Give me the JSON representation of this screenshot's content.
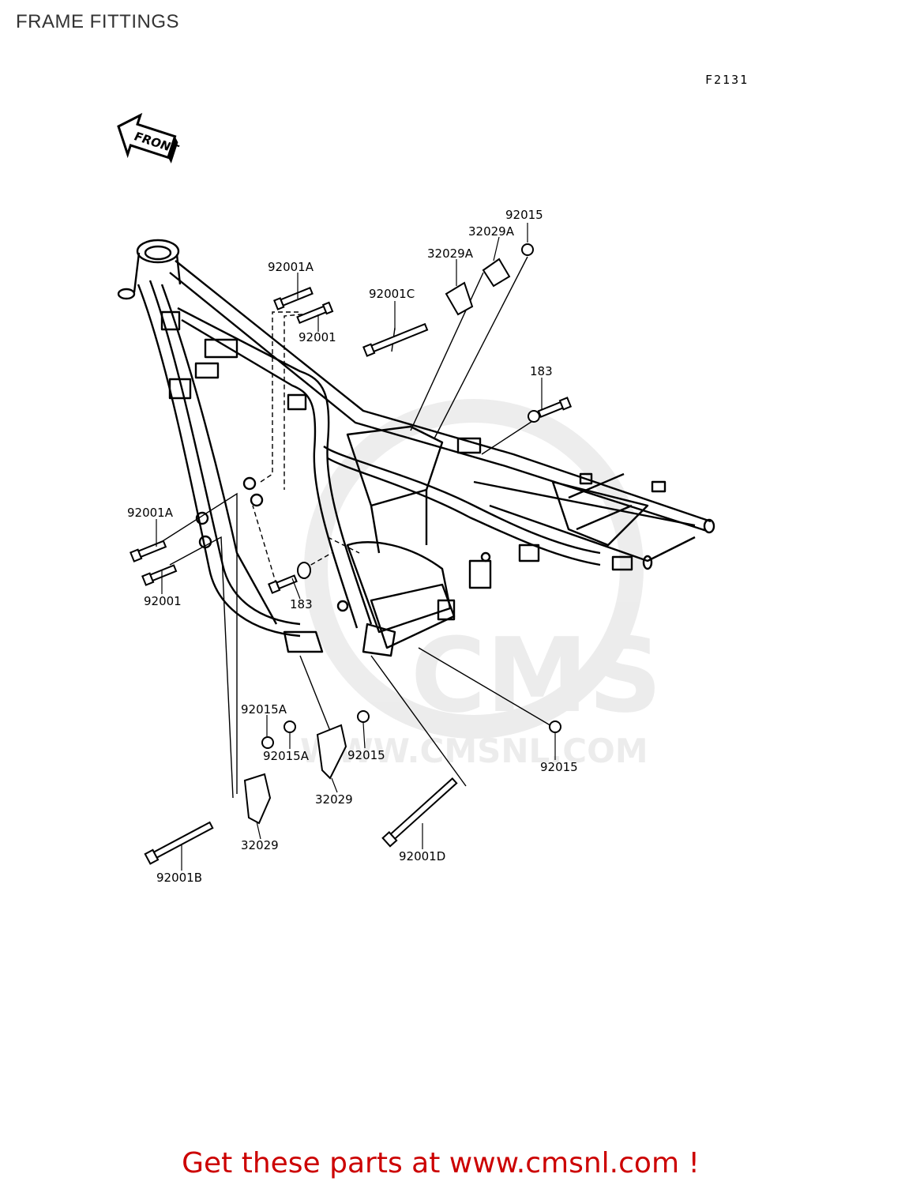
{
  "page": {
    "title": "FRAME FITTINGS",
    "figure_code": "F2131"
  },
  "front_arrow": {
    "text": "FRONT"
  },
  "watermark": {
    "brand": "CMS",
    "url": "WWW.CMSNL.COM"
  },
  "parts": [
    {
      "id": "p1",
      "label": "92015"
    },
    {
      "id": "p2",
      "label": "32029A"
    },
    {
      "id": "p3",
      "label": "32029A"
    },
    {
      "id": "p4",
      "label": "92001A"
    },
    {
      "id": "p5",
      "label": "92001C"
    },
    {
      "id": "p6",
      "label": "92001"
    },
    {
      "id": "p7",
      "label": "183"
    },
    {
      "id": "p8",
      "label": "92001A"
    },
    {
      "id": "p9",
      "label": "92001"
    },
    {
      "id": "p10",
      "label": "183"
    },
    {
      "id": "p11",
      "label": "92015A"
    },
    {
      "id": "p12",
      "label": "92015A"
    },
    {
      "id": "p13",
      "label": "92015"
    },
    {
      "id": "p14",
      "label": "92015"
    },
    {
      "id": "p15",
      "label": "32029"
    },
    {
      "id": "p16",
      "label": "32029"
    },
    {
      "id": "p17",
      "label": "92001D"
    },
    {
      "id": "p18",
      "label": "92001B"
    }
  ],
  "footer": {
    "text": "Get these parts at www.cmsnl.com !",
    "color": "#cc0000"
  }
}
